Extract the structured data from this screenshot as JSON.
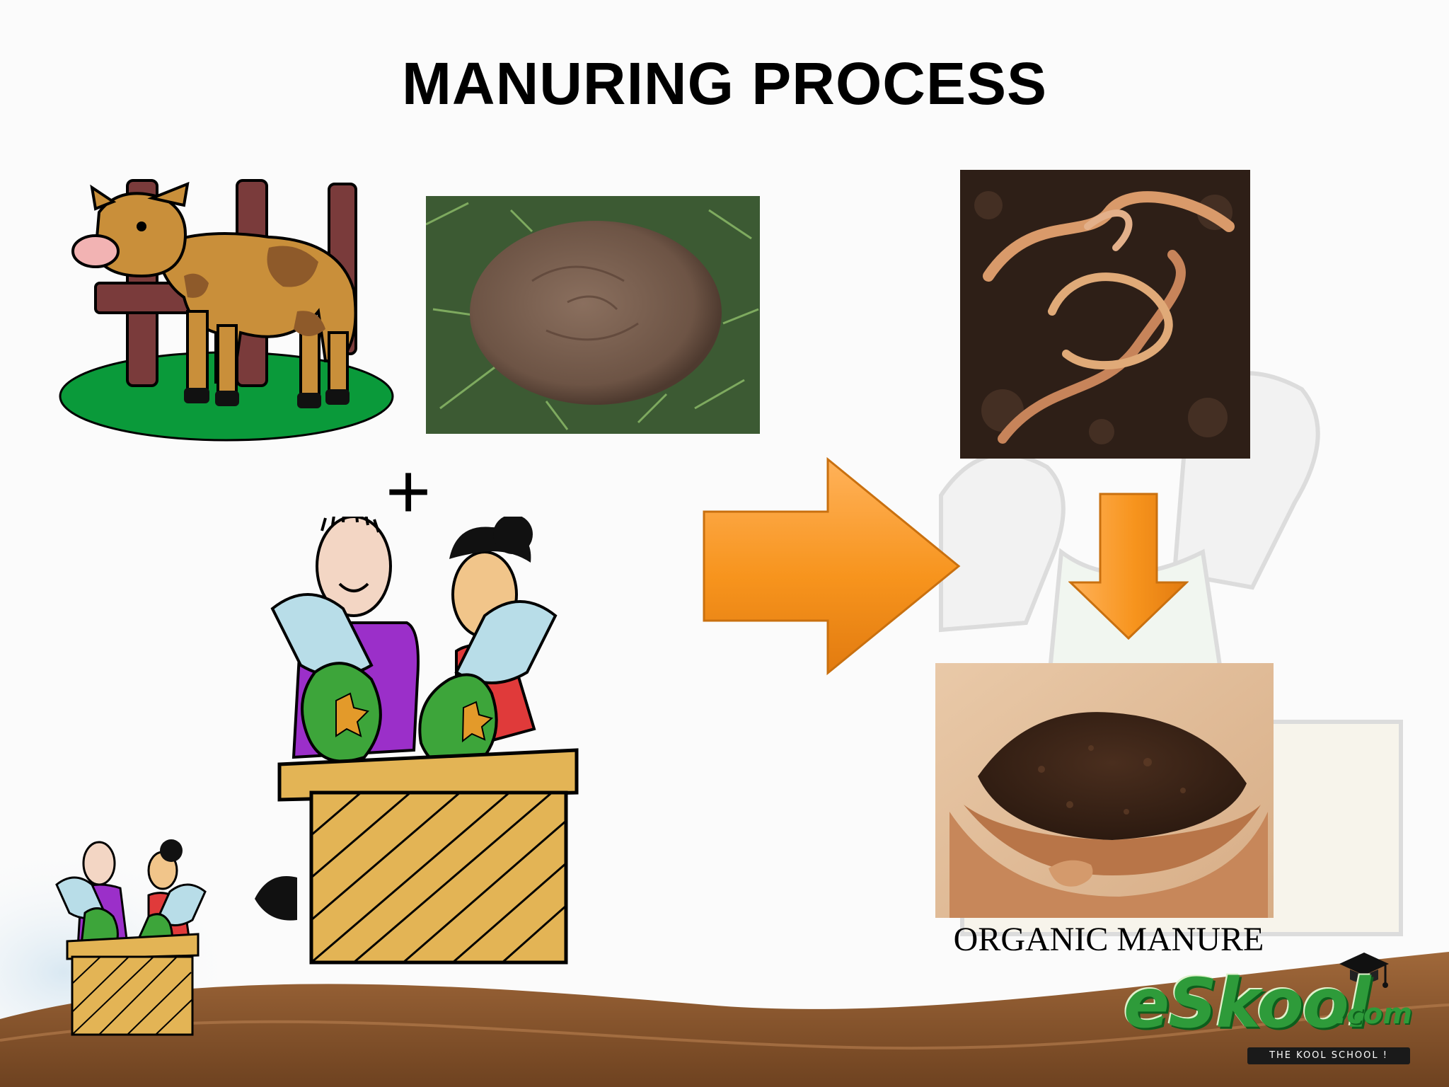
{
  "slide": {
    "title": "MANURING PROCESS",
    "caption": "ORGANIC MANURE",
    "plus_symbol": "+"
  },
  "brand": {
    "logo_text": "eSkool",
    "logo_suffix": ".com",
    "tagline": "THE KOOL SCHOOL !"
  },
  "colors": {
    "arrow_orange": "#f7941d",
    "grass_green": "#0a9a3a",
    "ground_brown": "#8b5a2b",
    "logo_green": "#2e9b3a"
  }
}
